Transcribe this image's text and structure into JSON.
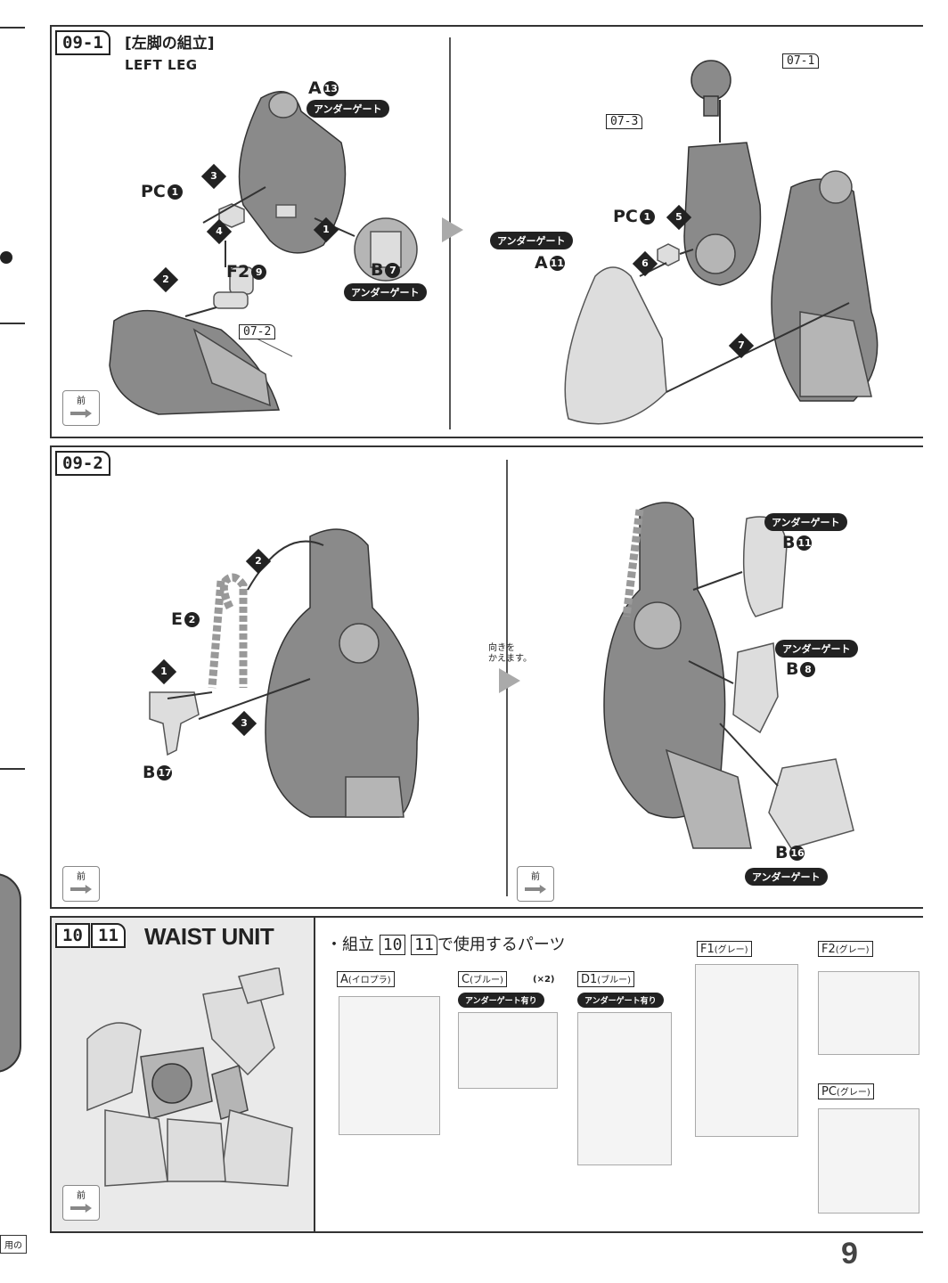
{
  "page_number": "9",
  "left_strip_text": "用の",
  "step_09_1": {
    "badge": "09-1",
    "title_jp": "[左脚の組立]",
    "title_en": "LEFT LEG",
    "labels": {
      "a13": "A",
      "a13_num": "13",
      "underGate": "アンダーゲート",
      "pc1": "PC",
      "pc1_num": "1",
      "f29": "F2",
      "f29_num": "9",
      "b7": "B",
      "b7_num": "7",
      "ref_07_2": "07-2",
      "ref_07_1": "07-1",
      "ref_07_3": "07-3",
      "pc1b": "PC",
      "pc1b_num": "1",
      "a11": "A",
      "a11_num": "11"
    },
    "step_numbers": [
      "1",
      "2",
      "3",
      "4",
      "5",
      "6",
      "7"
    ],
    "front": "前"
  },
  "step_09_2": {
    "badge": "09-2",
    "labels": {
      "e2": "E",
      "e2_num": "2",
      "b17": "B",
      "b17_num": "17",
      "b11": "B",
      "b11_num": "11",
      "b8": "B",
      "b8_num": "8",
      "b16": "B",
      "b16_num": "16",
      "underGate": "アンダーゲート",
      "turn_note_1": "向きを",
      "turn_note_2": "かえます。"
    },
    "step_numbers": [
      "1",
      "2",
      "3"
    ],
    "front": "前"
  },
  "step_10_11": {
    "badge_10": "10",
    "badge_11": "11",
    "title_en": "WAIST UNIT",
    "parts_heading_pre": "・組立",
    "parts_heading_10": "10",
    "parts_heading_11": "11",
    "parts_heading_post": "で使用するパーツ",
    "front": "前",
    "runners": [
      {
        "code": "A",
        "desc": "(イロプラ)",
        "note": ""
      },
      {
        "code": "C",
        "desc": "(ブルー)",
        "note": "アンダーゲート有り",
        "qty": "(×2)"
      },
      {
        "code": "D1",
        "desc": "(ブルー)",
        "note": "アンダーゲート有り"
      },
      {
        "code": "F1",
        "desc": "(グレー)",
        "note": ""
      },
      {
        "code": "F2",
        "desc": "(グレー)",
        "note": ""
      },
      {
        "code": "PC",
        "desc": "(グレー)",
        "note": ""
      }
    ]
  }
}
